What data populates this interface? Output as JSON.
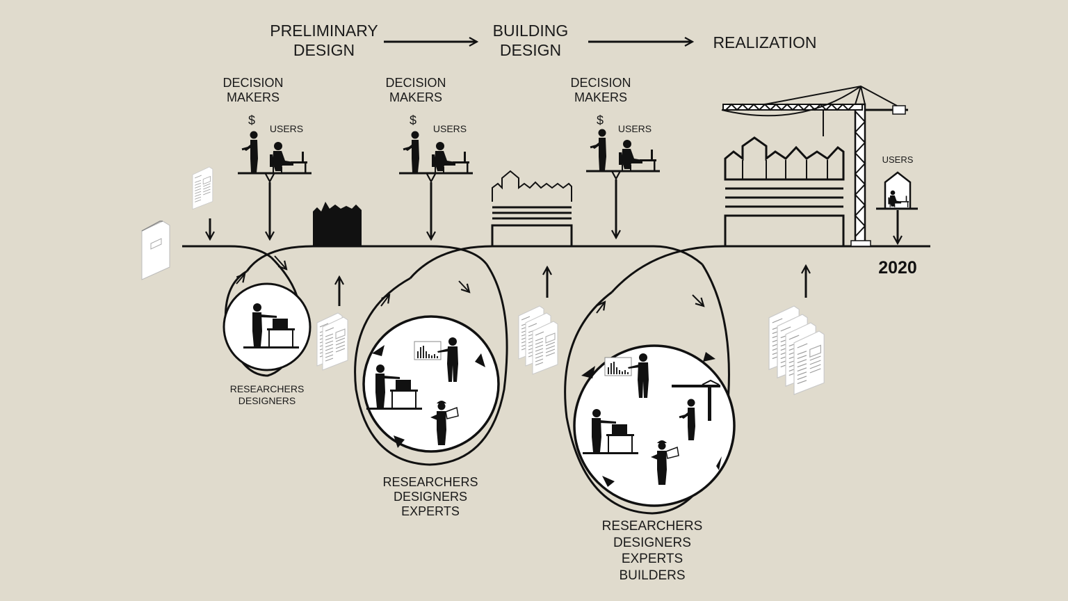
{
  "phases": [
    {
      "line1": "PRELIMINARY",
      "line2": "DESIGN"
    },
    {
      "line1": "BUILDING",
      "line2": "DESIGN"
    },
    {
      "line1": "REALIZATION"
    }
  ],
  "decision_groups": [
    {
      "line1": "DECISION",
      "line2": "MAKERS",
      "currency": "$",
      "users": "USERS"
    },
    {
      "line1": "DECISION",
      "line2": "MAKERS",
      "currency": "$",
      "users": "USERS"
    },
    {
      "line1": "DECISION",
      "line2": "MAKERS",
      "currency": "$",
      "users": "USERS"
    }
  ],
  "realization_users": "USERS",
  "year": "2020",
  "teams": [
    {
      "lines": [
        "RESEARCHERS",
        "DESIGNERS"
      ]
    },
    {
      "lines": [
        "RESEARCHERS",
        "DESIGNERS",
        "EXPERTS"
      ]
    },
    {
      "lines": [
        "RESEARCHERS",
        "DESIGNERS",
        "EXPERTS",
        "BUILDERS"
      ]
    }
  ],
  "icons": {
    "arrow": "arrow-icon",
    "crane": "tower-crane-icon",
    "document": "document-stack-icon",
    "person": "person-silhouette-icon"
  }
}
